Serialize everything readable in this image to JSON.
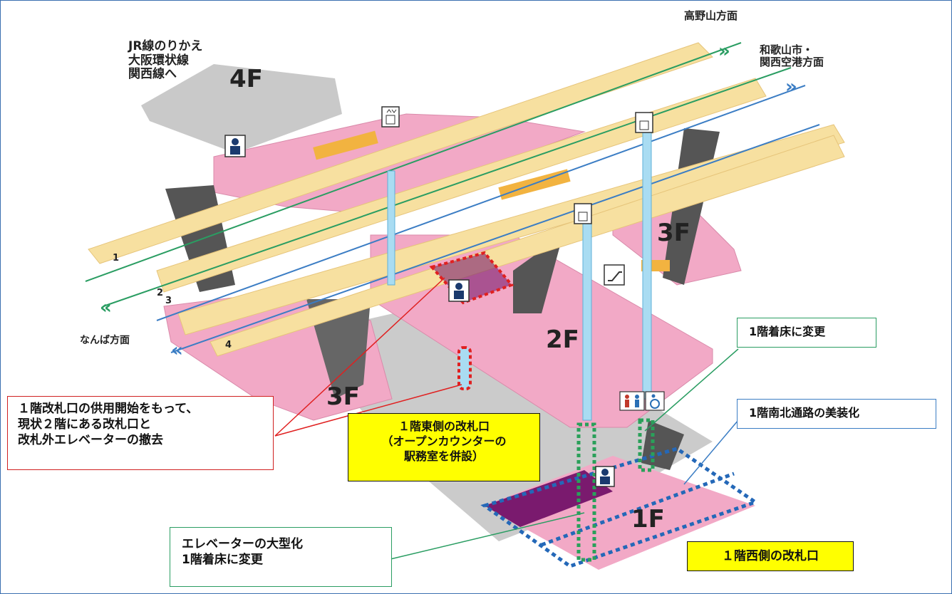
{
  "directions": {
    "koyasan": "高野山方面",
    "wakayama": "和歌山市・\n関西空港方面",
    "namba": "なんば方面",
    "jr": "JR線のりかえ\n大阪環状線\n関西線へ"
  },
  "floors": {
    "f4": "4F",
    "f3_right": "3F",
    "f3_left": "3F",
    "f2": "2F",
    "f1": "1F"
  },
  "platforms": [
    "1",
    "2",
    "3",
    "4"
  ],
  "callouts": {
    "removal": "１階改札口の供用開始をもって、\n現状２階にある改札口と\n改札外エレベーターの撤去",
    "east_gate": "１階東側の改札口\n（オープンカウンターの\n駅務室を併設）",
    "floor_change": "1階着床に変更",
    "north_south": "1階南北通路の美装化",
    "elevator": "エレベーターの大型化\n1階着床に変更",
    "west_gate": "１階西側の改札口"
  },
  "icons": [
    "elevator-icon",
    "station-staff-icon",
    "escalator-icon",
    "toilet-icon",
    "wheelchair-icon"
  ],
  "colors": {
    "floor_pink": "#f2a9c6",
    "platform_yellow": "#f7e0a0",
    "gray": "#c8c8c8",
    "accent_green": "#2a9d62",
    "accent_blue": "#3b7dc4",
    "purple": "#7a1a6e"
  }
}
